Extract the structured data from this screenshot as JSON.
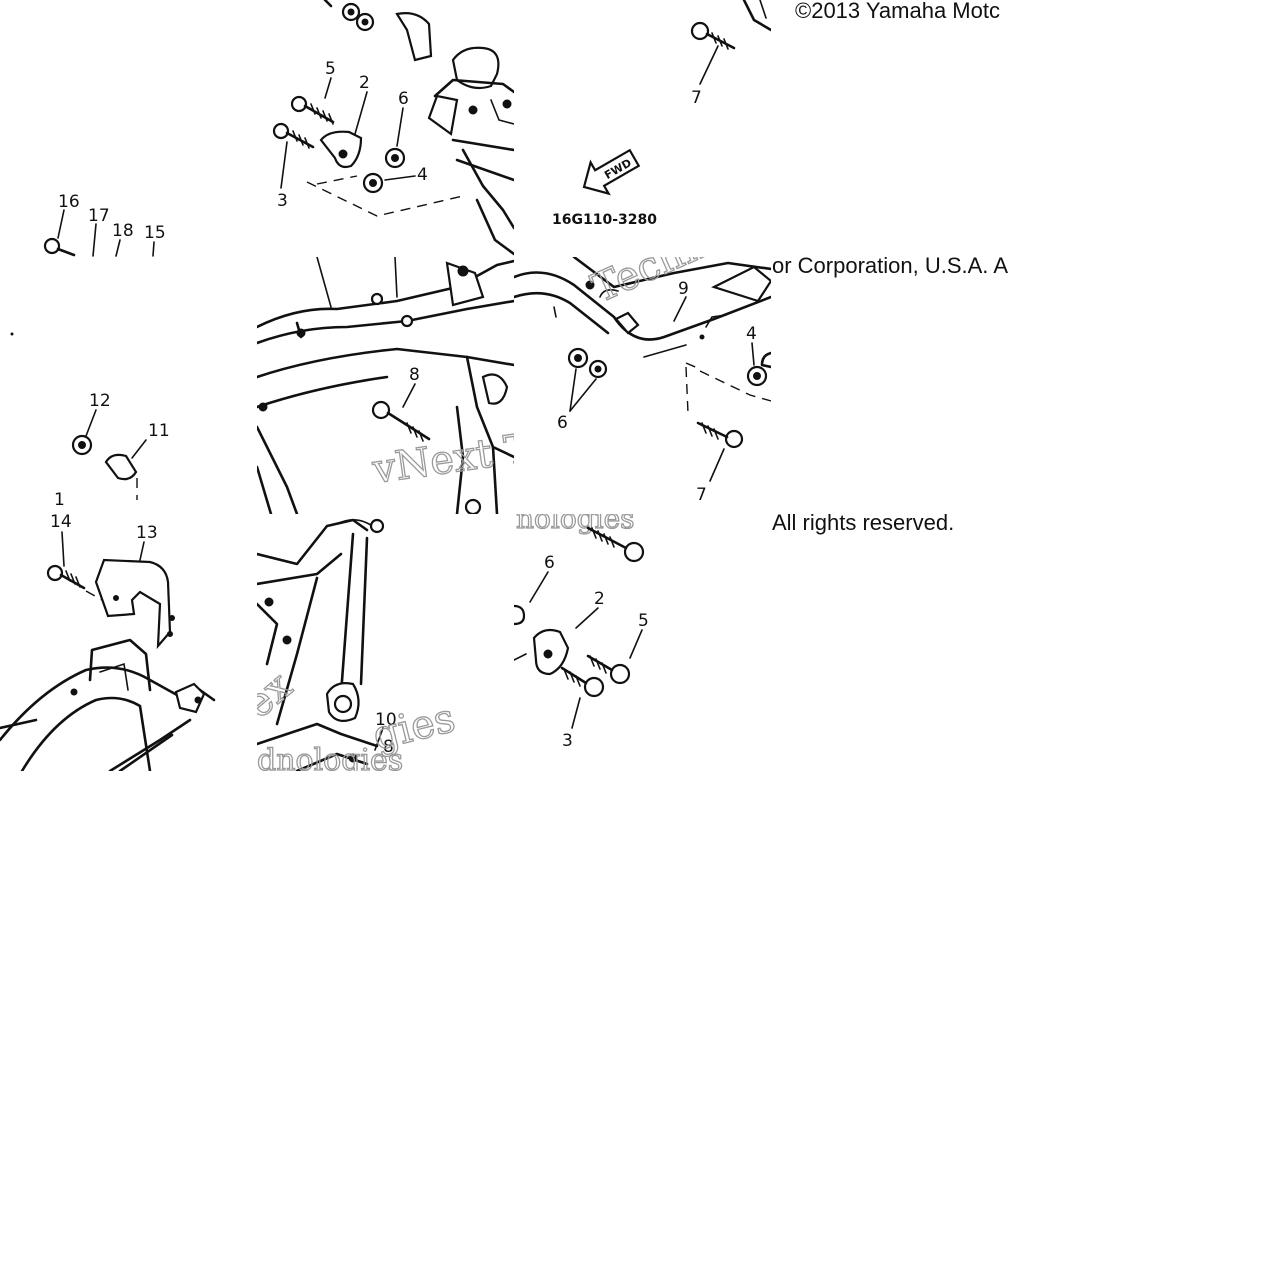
{
  "copyright": {
    "line_top": "©2013 Yamaha Motc",
    "line_middle": "or Corporation, U.S.A. A",
    "line_bottom": "All rights reserved."
  },
  "diagram_code": "16G110-3280",
  "direction_arrow": "FWD",
  "watermark": {
    "fragment_a": "vNext Tec",
    "fragment_b": "Techn",
    "fragment_c": "nologies",
    "fragment_d": "ex",
    "fragment_e": "gies",
    "fragment_f": "dnologies"
  },
  "callouts": {
    "t1_5": "5",
    "t1_2": "2",
    "t1_6": "6",
    "t1_3": "3",
    "t1_4": "4",
    "t1_7": "7",
    "t_16": "16",
    "t_17": "17",
    "t_18": "18",
    "t_15": "15",
    "t_12": "12",
    "t_11": "11",
    "t_1": "1",
    "t_14": "14",
    "t_13": "13",
    "t_8": "8",
    "t2_9": "9",
    "t2_4": "4",
    "t2_6": "6",
    "t2_7": "7",
    "t3_6": "6",
    "t3_2": "2",
    "t3_5": "5",
    "t3_3": "3",
    "t_10": "10",
    "t3_8": "8"
  },
  "colors": {
    "ink": "#111111",
    "paper": "#ffffff",
    "watermark": "#9a9a9a"
  }
}
